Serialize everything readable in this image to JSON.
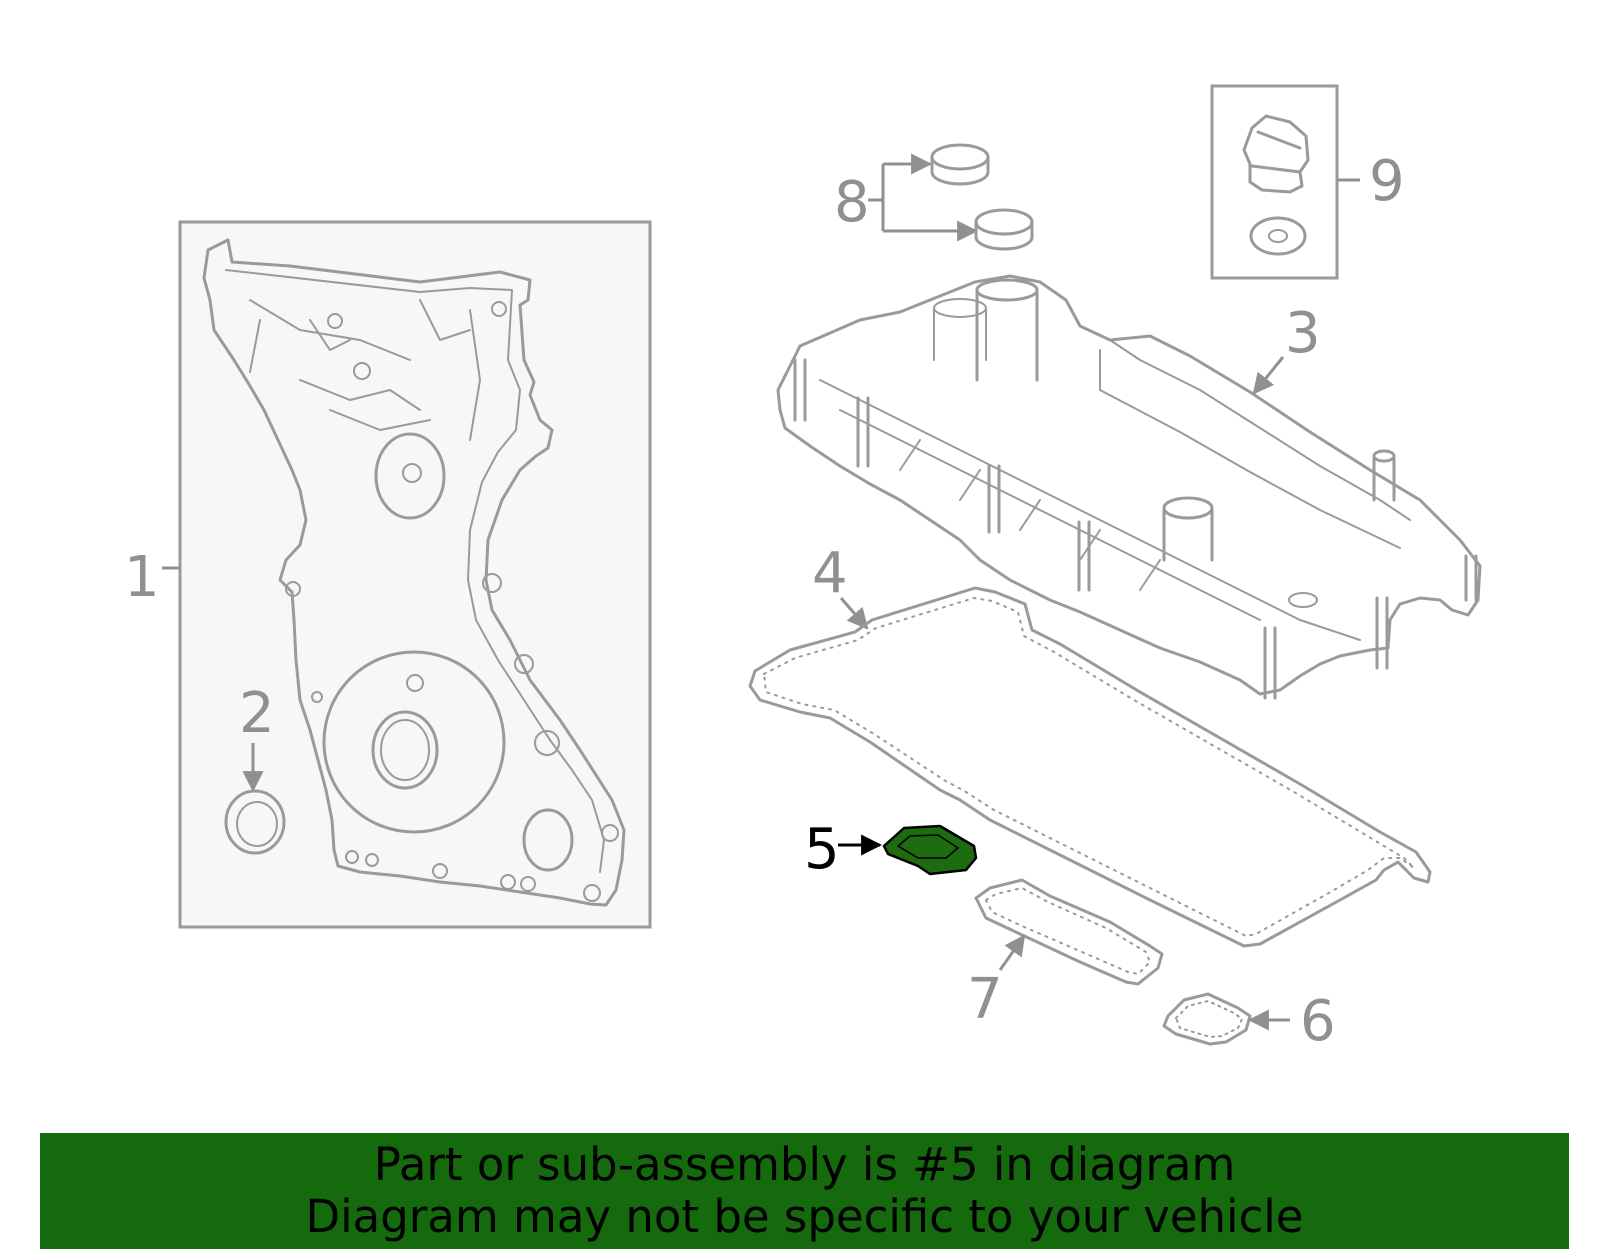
{
  "colors": {
    "highlight": "#1e6b10",
    "banner": "#146a0d",
    "line_art": "#9a9a9a",
    "callout": "#909090",
    "active_callout": "#000000"
  },
  "callouts": {
    "c1": "1",
    "c2": "2",
    "c3": "3",
    "c4": "4",
    "c5": "5",
    "c6": "6",
    "c7": "7",
    "c8": "8",
    "c9": "9"
  },
  "highlighted_part": "5",
  "banner": {
    "line1": "Part or sub-assembly is #5 in diagram",
    "line2": "Diagram may not be specific to your vehicle"
  }
}
